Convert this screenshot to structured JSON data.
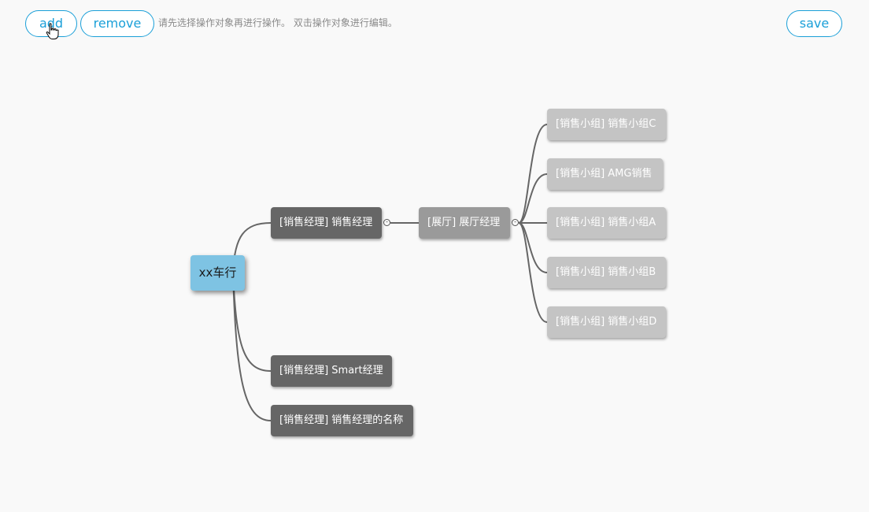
{
  "toolbar": {
    "add_label": "add",
    "remove_label": "remove",
    "save_label": "save",
    "hint": "请先选择操作对象再进行操作。 双击操作对象进行编辑。"
  },
  "mindmap": {
    "root": "xx车行",
    "managers": [
      "[销售经理] 销售经理",
      "[销售经理] Smart经理",
      "[销售经理] 销售经理的名称"
    ],
    "hall": "[展厅] 展厅经理",
    "groups": [
      "[销售小组] 销售小组C",
      "[销售小组] AMG销售",
      "[销售小组] 销售小组A",
      "[销售小组] 销售小组B",
      "[销售小组] 销售小组D"
    ],
    "toggle_symbol": "-"
  },
  "colors": {
    "accent": "#1a9fd8",
    "root_node": "#7ec3e3",
    "level1_node": "#666666",
    "level2_node": "#9a9a9a",
    "level3_node": "#c4c4c4",
    "edge": "#666666"
  }
}
